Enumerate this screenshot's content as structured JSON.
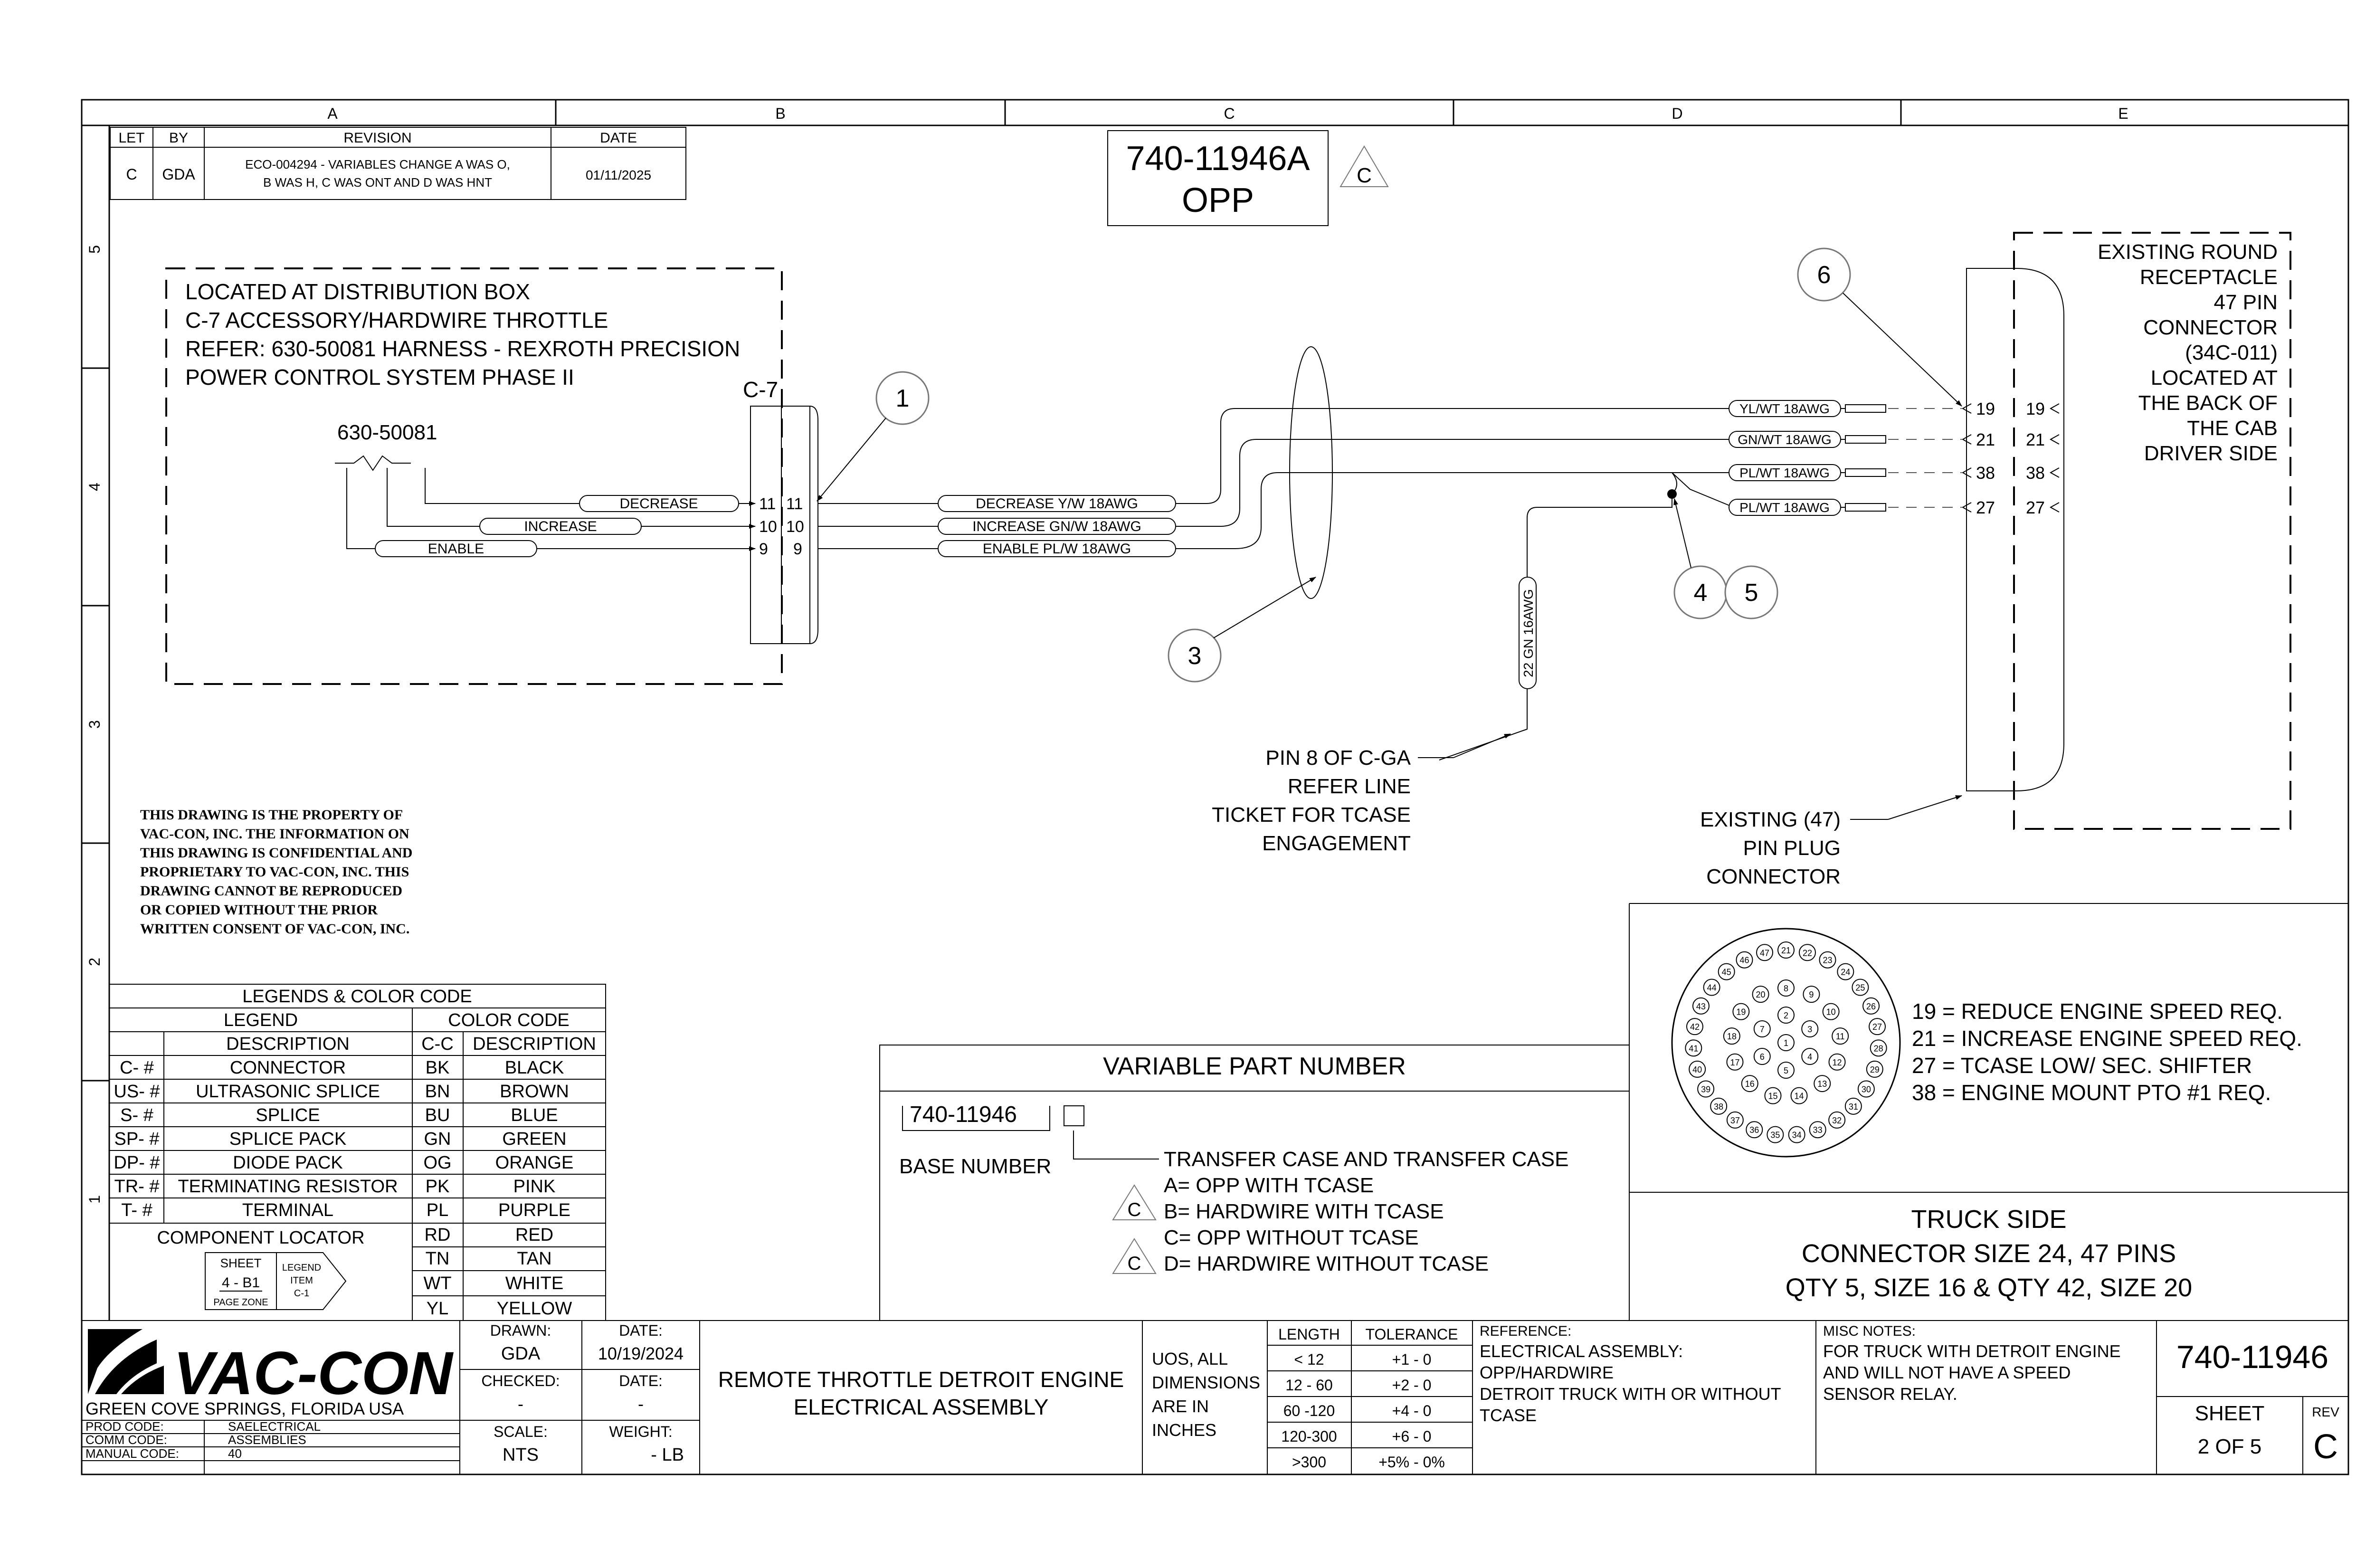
{
  "zones": {
    "columns": [
      "A",
      "B",
      "C",
      "D",
      "E"
    ],
    "rows": [
      "5",
      "4",
      "3",
      "2",
      "1"
    ]
  },
  "revision": {
    "headers": [
      "LET",
      "BY",
      "REVISION",
      "DATE"
    ],
    "row": {
      "let": "C",
      "by": "GDA",
      "text_line1": "ECO-004294 - VARIABLES CHANGE  A WAS O,",
      "text_line2": "B WAS H, C WAS ONT AND D WAS HNT",
      "date": "01/11/2025"
    }
  },
  "title_box": {
    "line1": "740-11946A",
    "line2": "OPP",
    "rev_mark": "C"
  },
  "distribution_box": {
    "lines": [
      "LOCATED AT DISTRIBUTION BOX",
      "C-7 ACCESSORY/HARDWIRE THROTTLE",
      "REFER: 630-50081 HARNESS - REXROTH PRECISION",
      "POWER CONTROL SYSTEM PHASE II"
    ],
    "connector_label": "C-7",
    "harness_label": "630-50081"
  },
  "left_wires": [
    {
      "label": "DECREASE",
      "pin_left": "11",
      "pin_right": "11"
    },
    {
      "label": "INCREASE",
      "pin_left": "10",
      "pin_right": "10"
    },
    {
      "label": "ENABLE",
      "pin_left": "9",
      "pin_right": "9"
    }
  ],
  "mid_wires": [
    "DECREASE Y/W 18AWG",
    "INCREASE GN/W 18AWG",
    "ENABLE PL/W 18AWG"
  ],
  "right_wires": [
    {
      "label": "YL/WT 18AWG",
      "pin": "19",
      "pin2": "19"
    },
    {
      "label": "GN/WT 18AWG",
      "pin": "21",
      "pin2": "21"
    },
    {
      "label": "PL/WT 18AWG",
      "pin": "38",
      "pin2": "38"
    },
    {
      "label": "PL/WT 18AWG",
      "pin": "27",
      "pin2": "27"
    }
  ],
  "vertical_wire_label": "22 GN 16AWG",
  "callouts": [
    "1",
    "3",
    "4",
    "5",
    "6"
  ],
  "pin8_note": [
    "PIN 8 OF C-GA",
    "REFER LINE",
    "TICKET FOR TCASE",
    "ENGAGEMENT"
  ],
  "plug_note": [
    "EXISTING (47)",
    "PIN PLUG",
    "CONNECTOR"
  ],
  "receptacle_note": [
    "EXISTING ROUND",
    "RECEPTACLE",
    "47 PIN",
    "CONNECTOR",
    "(34C-011)",
    "LOCATED AT",
    "THE BACK OF",
    "THE CAB",
    "DRIVER SIDE"
  ],
  "property_notice": [
    "THIS DRAWING IS THE PROPERTY OF",
    "VAC-CON, INC.  THE INFORMATION ON",
    "THIS DRAWING IS CONFIDENTIAL AND",
    "PROPRIETARY TO VAC-CON, INC.  THIS",
    "DRAWING CANNOT BE REPRODUCED",
    "OR COPIED WITHOUT THE PRIOR",
    "WRITTEN CONSENT OF VAC-CON, INC."
  ],
  "legend": {
    "title": "LEGENDS & COLOR CODE",
    "legend_header": "LEGEND",
    "color_header": "COLOR CODE",
    "desc_header": "DESCRIPTION",
    "cc_header": "C-C",
    "cdesc_header": "DESCRIPTION",
    "items": [
      {
        "code": "C- #",
        "desc": "CONNECTOR"
      },
      {
        "code": "US- #",
        "desc": "ULTRASONIC SPLICE"
      },
      {
        "code": "S- #",
        "desc": "SPLICE"
      },
      {
        "code": "SP- #",
        "desc": "SPLICE PACK"
      },
      {
        "code": "DP- #",
        "desc": "DIODE PACK"
      },
      {
        "code": "TR- #",
        "desc": "TERMINATING RESISTOR"
      },
      {
        "code": "T- #",
        "desc": "TERMINAL"
      }
    ],
    "colors": [
      {
        "code": "BK",
        "name": "BLACK"
      },
      {
        "code": "BN",
        "name": "BROWN"
      },
      {
        "code": "BU",
        "name": "BLUE"
      },
      {
        "code": "GN",
        "name": "GREEN"
      },
      {
        "code": "OG",
        "name": "ORANGE"
      },
      {
        "code": "PK",
        "name": "PINK"
      },
      {
        "code": "PL",
        "name": "PURPLE"
      },
      {
        "code": "RD",
        "name": "RED"
      },
      {
        "code": "TN",
        "name": "TAN"
      },
      {
        "code": "WT",
        "name": "WHITE"
      },
      {
        "code": "YL",
        "name": "YELLOW"
      }
    ],
    "locator": {
      "title": "COMPONENT LOCATOR",
      "sheet": "SHEET",
      "zone": "4  -  B1",
      "page_zone": "PAGE ZONE",
      "legend_word": "LEGEND",
      "item_word": "ITEM",
      "item_code": "C-1"
    }
  },
  "variable_part": {
    "title": "VARIABLE PART NUMBER",
    "base": "740-11946",
    "base_label": "BASE NUMBER",
    "variant_title": "TRANSFER CASE AND TRANSFER CASE",
    "options": [
      "A= OPP WITH TCASE",
      "B= HARDWIRE WITH TCASE",
      "C= OPP WITHOUT TCASE",
      "D= HARDWIRE WITHOUT TCASE"
    ],
    "rev_mark": "C"
  },
  "pin_defs": [
    "19 = REDUCE ENGINE SPEED REQ.",
    "21 = INCREASE ENGINE SPEED REQ.",
    "27 = TCASE LOW/ SEC. SHIFTER",
    "38 = ENGINE MOUNT PTO #1 REQ."
  ],
  "connector_pins": [
    "1",
    "2",
    "3",
    "4",
    "5",
    "6",
    "7",
    "8",
    "9",
    "10",
    "11",
    "12",
    "13",
    "14",
    "15",
    "16",
    "17",
    "18",
    "19",
    "20",
    "21",
    "22",
    "23",
    "24",
    "25",
    "26",
    "27",
    "28",
    "29",
    "30",
    "31",
    "32",
    "33",
    "34",
    "35",
    "36",
    "37",
    "38",
    "39",
    "40",
    "41",
    "42",
    "43",
    "44",
    "45",
    "46",
    "47"
  ],
  "truck_side": [
    "TRUCK  SIDE",
    "CONNECTOR SIZE 24, 47 PINS",
    "QTY 5, SIZE 16 & QTY 42, SIZE 20"
  ],
  "title_block": {
    "company": "VAC-CON",
    "location": "GREEN COVE SPRINGS, FLORIDA USA",
    "prod_code_label": "PROD CODE:",
    "prod_code": "SAELECTRICAL",
    "comm_code_label": "COMM CODE:",
    "comm_code": "ASSEMBLIES",
    "manual_code_label": "MANUAL CODE:",
    "manual_code": "40",
    "drawn_label": "DRAWN:",
    "drawn": "GDA",
    "date_label": "DATE:",
    "drawn_date": "10/19/2024",
    "checked_label": "CHECKED:",
    "checked": "-",
    "checked_date_label": "DATE:",
    "checked_date": "-",
    "scale_label": "SCALE:",
    "scale": "NTS",
    "weight_label": "WEIGHT:",
    "weight": "- LB",
    "title_line1": "REMOTE THROTTLE DETROIT ENGINE",
    "title_line2": "ELECTRICAL ASSEMBLY",
    "uos": [
      "UOS, ALL",
      "DIMENSIONS",
      "ARE IN",
      "INCHES"
    ],
    "tolerance_headers": [
      "LENGTH",
      "TOLERANCE"
    ],
    "tolerances": [
      [
        "< 12",
        "+1 - 0"
      ],
      [
        "12 - 60",
        "+2 - 0"
      ],
      [
        "60 -120",
        "+4 - 0"
      ],
      [
        "120-300",
        "+6 - 0"
      ],
      [
        ">300",
        "+5% - 0%"
      ]
    ],
    "reference_label": "REFERENCE:",
    "reference": [
      "ELECTRICAL ASSEMBLY:",
      "OPP/HARDWIRE",
      "DETROIT TRUCK WITH OR WITHOUT",
      "TCASE"
    ],
    "misc_label": "MISC NOTES:",
    "misc": [
      "FOR TRUCK WITH DETROIT ENGINE",
      "AND WILL NOT HAVE A SPEED",
      "SENSOR RELAY."
    ],
    "drawing_number": "740-11946",
    "sheet_label": "SHEET",
    "sheet": "2 OF 5",
    "rev_label": "REV",
    "rev": "C"
  }
}
